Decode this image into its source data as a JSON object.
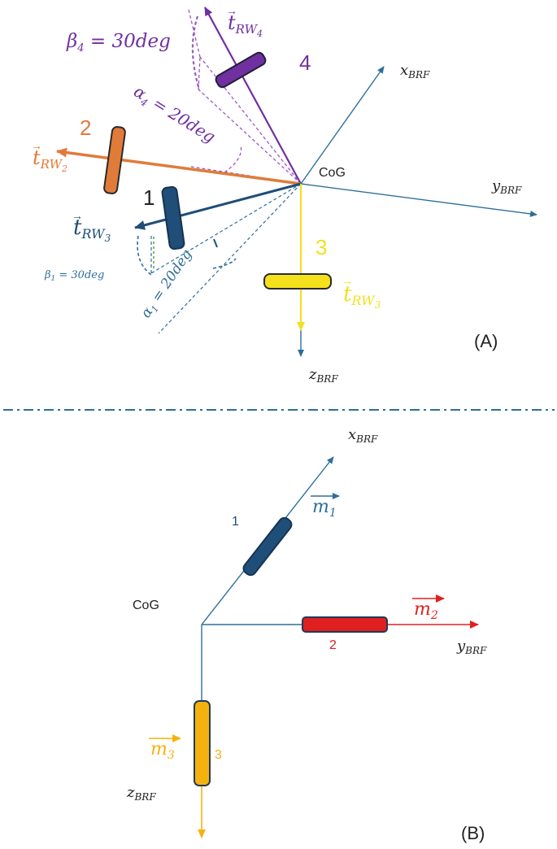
{
  "panel_a": {
    "panel_label": "(A)",
    "cog_label": "CoG",
    "axes": {
      "x": "x",
      "y": "y",
      "z": "z",
      "sub": "BRF"
    },
    "wheels": [
      {
        "num": "1",
        "vec": "t",
        "sub": "RW",
        "subsub": "3",
        "color": "#1f4e79"
      },
      {
        "num": "2",
        "vec": "t",
        "sub": "RW",
        "subsub": "2",
        "color": "#e07b39"
      },
      {
        "num": "3",
        "vec": "t",
        "sub": "RW",
        "subsub": "3",
        "color": "#f5e11b"
      },
      {
        "num": "4",
        "vec": "t",
        "sub": "RW",
        "subsub": "4",
        "color": "#7030a0"
      }
    ],
    "angles": {
      "beta4": {
        "sym": "β",
        "sub": "4",
        "text": " = 30deg"
      },
      "alpha4": {
        "sym": "α",
        "sub": "4",
        "text": " = 20deg"
      },
      "beta1": {
        "sym": "β",
        "sub": "1",
        "text": " = 30deg"
      },
      "alpha1": {
        "sym": "α",
        "sub": "1",
        "text": " = 20deg"
      }
    }
  },
  "panel_b": {
    "panel_label": "(B)",
    "cog_label": "CoG",
    "axes": {
      "x": "x",
      "y": "y",
      "z": "z",
      "sub": "BRF"
    },
    "rods": [
      {
        "num": "1",
        "vec": "m",
        "sub": "1",
        "color": "#1f4e79"
      },
      {
        "num": "2",
        "vec": "m",
        "sub": "2",
        "color": "#e02020"
      },
      {
        "num": "3",
        "vec": "m",
        "sub": "3",
        "color": "#f5b20f"
      }
    ]
  },
  "colors": {
    "axis": "#2e6f9a",
    "divider": "#2e6f9a"
  }
}
